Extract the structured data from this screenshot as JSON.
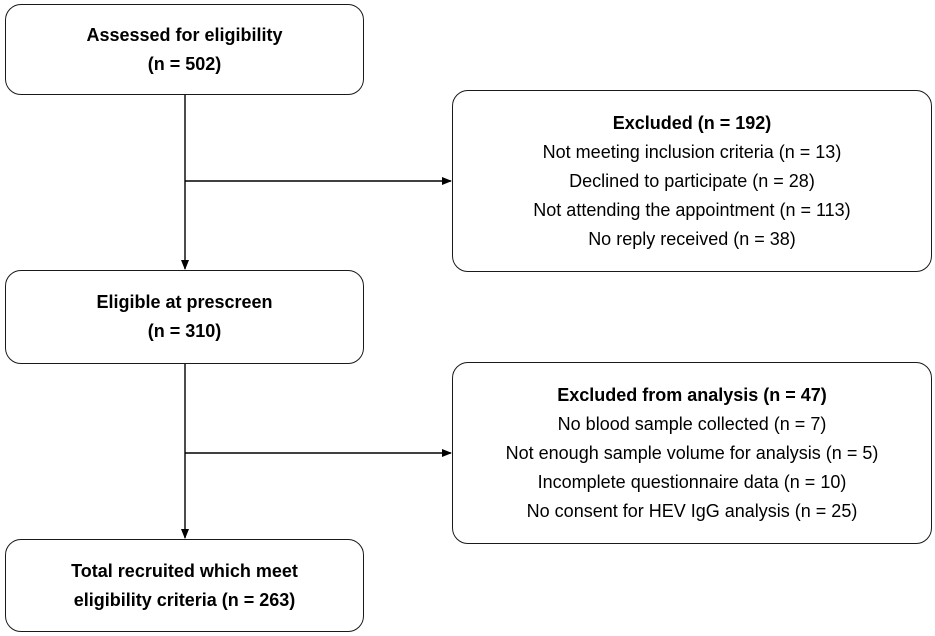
{
  "flow": {
    "assessed": {
      "title": "Assessed for eligibility",
      "count": "(n = 502)"
    },
    "excluded_initial": {
      "title": "Excluded (n = 192)",
      "reasons": [
        "Not meeting inclusion criteria (n = 13)",
        "Declined to participate (n = 28)",
        "Not attending the appointment (n = 113)",
        "No reply received (n = 38)"
      ]
    },
    "eligible": {
      "title": "Eligible at prescreen",
      "count": "(n = 310)"
    },
    "excluded_analysis": {
      "title": "Excluded from analysis (n = 47)",
      "reasons": [
        "No blood sample collected (n = 7)",
        "Not enough sample volume for analysis (n = 5)",
        "Incomplete questionnaire data (n = 10)",
        "No consent for HEV IgG analysis (n = 25)"
      ]
    },
    "total": {
      "line1": "Total recruited which meet",
      "line2": "eligibility criteria (n = 263)"
    }
  }
}
